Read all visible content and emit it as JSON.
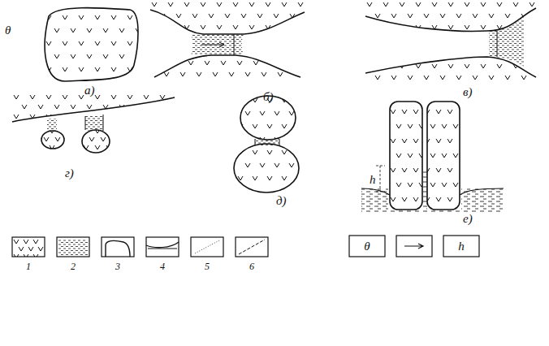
{
  "diagram": {
    "labels": [
      "θ",
      "а)",
      "б)",
      "в)",
      "г)",
      "д)",
      "е)",
      "h",
      "θ",
      "h"
    ],
    "legend": [
      {
        "text": "1"
      },
      {
        "text": "2"
      },
      {
        "text": "3"
      },
      {
        "text": "4"
      },
      {
        "text": "5"
      },
      {
        "text": "6"
      }
    ]
  }
}
